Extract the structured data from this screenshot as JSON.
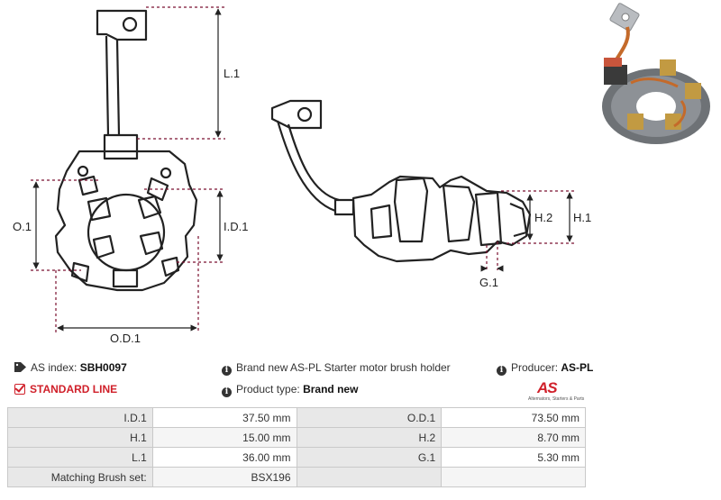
{
  "dimensions": {
    "l1": "L.1",
    "o1": "O.1",
    "id1": "I.D.1",
    "od1": "O.D.1",
    "h1": "H.1",
    "h2": "H.2",
    "g1": "G.1"
  },
  "info": {
    "as_index_label": "AS index:",
    "as_index_value": "SBH0097",
    "standard_line": "STANDARD LINE",
    "description": "Brand new AS-PL Starter motor brush holder",
    "product_type_label": "Product type:",
    "product_type_value": "Brand new",
    "producer_label": "Producer:",
    "producer_value": "AS-PL"
  },
  "logo": {
    "mark": "AS",
    "tagline": "Alternators, Starters & Parts"
  },
  "specs": [
    {
      "l1": "I.D.1",
      "v1": "37.50 mm",
      "l2": "O.D.1",
      "v2": "73.50 mm"
    },
    {
      "l1": "H.1",
      "v1": "15.00 mm",
      "l2": "H.2",
      "v2": "8.70 mm"
    },
    {
      "l1": "L.1",
      "v1": "36.00 mm",
      "l2": "G.1",
      "v2": "5.30 mm"
    },
    {
      "l1": "Matching Brush set:",
      "v1": "BSX196",
      "l2": "",
      "v2": ""
    }
  ],
  "colors": {
    "accent": "#d0202a",
    "header_cell": "#e8e8e8",
    "border": "#c9c9c9",
    "dimension_line": "#7a1030"
  }
}
